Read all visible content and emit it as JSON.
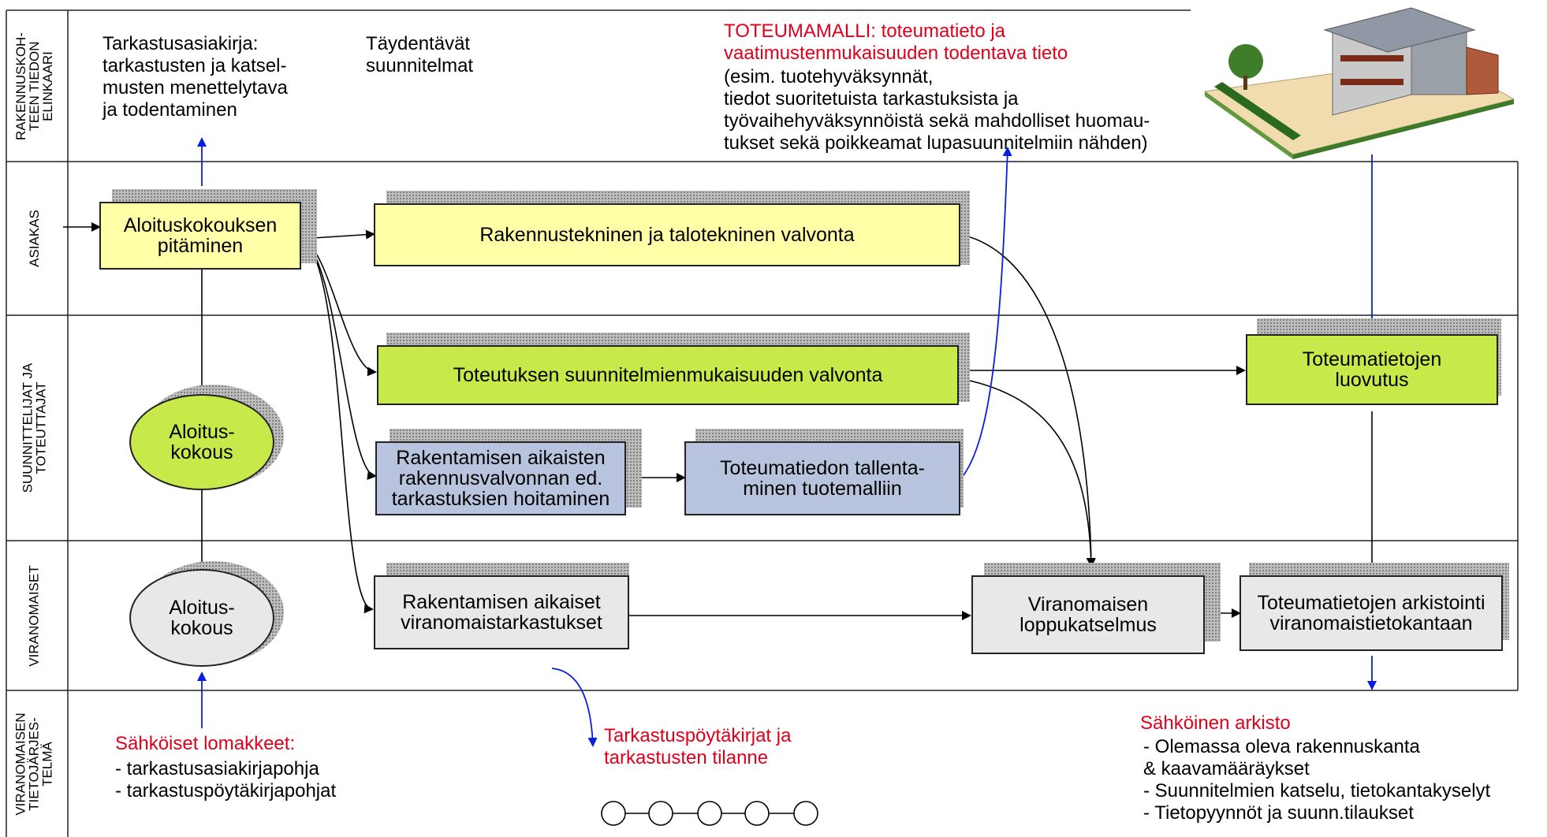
{
  "lanes": [
    {
      "label": "RAKENNUSKOH-\nTEEN TIEDON\nELINKAARI"
    },
    {
      "label": "ASIAKAS"
    },
    {
      "label": "SUUNNITTELIJAT JA\nTOTEUTTAJAT"
    },
    {
      "label": "VIRANOMAISET"
    },
    {
      "label": "VIRANOMAISEN\nTIETOJÄRJES-\nTELMÄ"
    }
  ],
  "top_notes": {
    "inspection_doc": "Tarkastusasiakirja:\ntarkastusten ja katsel-\nmusten menettelytava\nja todentaminen",
    "supplementary_plans": "Täydentävät\nsuunnitelmat",
    "model_title": "TOTEUMAMALLI: toteumatieto ja\nvaatimustenmukaisuuden todentava tieto",
    "model_body": "(esim. tuotehyväksynnät,\ntiedot suoritetuista tarkastuksista ja\ntyövaihehyväksynnöistä sekä mahdolliset huomau-\ntukset sekä poikkeamat lupasuunnitelmiin nähden)"
  },
  "boxes": {
    "kickoff_meeting": "Aloituskokouksen\npitäminen",
    "construction_supervision": "Rakennustekninen ja talotekninen valvonta",
    "conformity_supervision": "Toteutuksen suunnitelmienmukaisuuden valvonta",
    "as_built_delivery": "Toteumatietojen\nluovutus",
    "inspections_handling": "Rakentamisen aikaisten\nrakennusvalvonnan ed.\ntarkastuksien hoitaminen",
    "model_saving": "Toteumatiedon tallenta-\nminen tuotemalliin",
    "authority_inspections": "Rakentamisen aikaiset\nviranomaistarkastukset",
    "final_inspection": "Viranomaisen\nloppukatselmus",
    "archiving": "Toteumatietojen arkistointi\nviranomaistietokantaan"
  },
  "ellipses": {
    "kickoff_green": "Aloitus-\nkokous",
    "kickoff_grey": "Aloitus-\nkokous"
  },
  "bottom_notes": {
    "forms_title": "Sähköiset lomakkeet:",
    "forms_body": "- tarkastusasiakirjapohja\n- tarkastuspöytäkirjapohjat",
    "protocols": "Tarkastuspöytäkirjat ja\ntarkastusten tilanne",
    "archive_title": "Sähköinen arkisto",
    "archive_body": "- Olemassa oleva rakennuskanta\n  & kaavamääräykset\n- Suunnitelmien katselu, tietokantakyselyt\n- Tietopyynnöt ja suunn.tilaukset"
  },
  "colors": {
    "yellow": "#ffffa8",
    "green": "#c7e94a",
    "blue": "#b8c4de",
    "grey": "#e8e8e8",
    "red_text": "#e0001b",
    "blue_arrow": "#0b1de0"
  },
  "icons": {
    "house": "house-3d-illustration",
    "protocol_chain": "linked-circles-icon"
  }
}
